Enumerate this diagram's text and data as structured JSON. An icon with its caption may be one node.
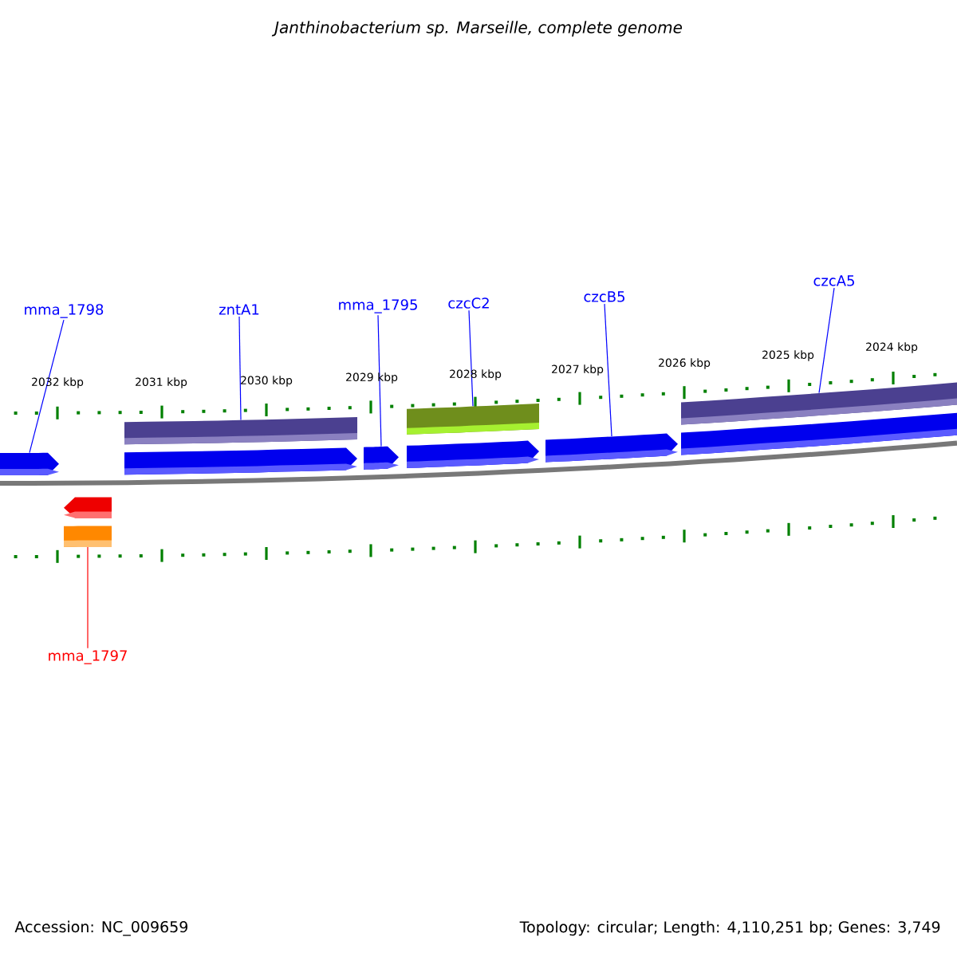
{
  "diagram": {
    "title": "Janthinobacterium sp. Marseille, complete genome",
    "nodes": [
      {
        "text": [
          "mma_1798"
        ]
      },
      {
        "text": [
          "zntA1"
        ]
      },
      {
        "text": [
          "mma_1795"
        ]
      },
      {
        "text": [
          "czcC2"
        ]
      },
      {
        "text": [
          "czcB5"
        ]
      },
      {
        "text": [
          "czcA5"
        ]
      },
      {
        "text": [],
        "shape": "bar"
      },
      {
        "text": [],
        "shape": "bar"
      },
      {
        "text": [],
        "shape": "bar"
      },
      {
        "text": [],
        "shape": "arrow"
      },
      {
        "text": [],
        "shape": "arrow"
      },
      {
        "text": [],
        "shape": "arrow"
      },
      {
        "text": [],
        "shape": "arrow"
      },
      {
        "text": [],
        "shape": "arrow"
      },
      {
        "text": [],
        "shape": "arrow"
      },
      {
        "text": [],
        "shape": "arrow"
      },
      {
        "text": [],
        "shape": "bar"
      },
      {
        "text": [
          "mma_1797"
        ]
      }
    ],
    "edges": [
      {
        "from": 0,
        "to": 9,
        "arrow": "none"
      },
      {
        "from": 1,
        "to": 6,
        "arrow": "none"
      },
      {
        "from": 2,
        "to": 11,
        "arrow": "none"
      },
      {
        "from": 3,
        "to": 7,
        "arrow": "none"
      },
      {
        "from": 4,
        "to": 13,
        "arrow": "none"
      },
      {
        "from": 5,
        "to": 8,
        "arrow": "none"
      },
      {
        "from": 17,
        "to": 16,
        "arrow": "none",
        "color": "#ff0000"
      }
    ],
    "labels": [
      "2032 kbp",
      "2031 kbp",
      "2030 kbp",
      "2029 kbp",
      "2028 kbp",
      "2027 kbp",
      "2026 kbp",
      "2025 kbp",
      "2024 kbp",
      "Accession: NC_009659",
      "Topology: circular; Length: 4,110,251 bp; Genes: 3,749"
    ]
  }
}
